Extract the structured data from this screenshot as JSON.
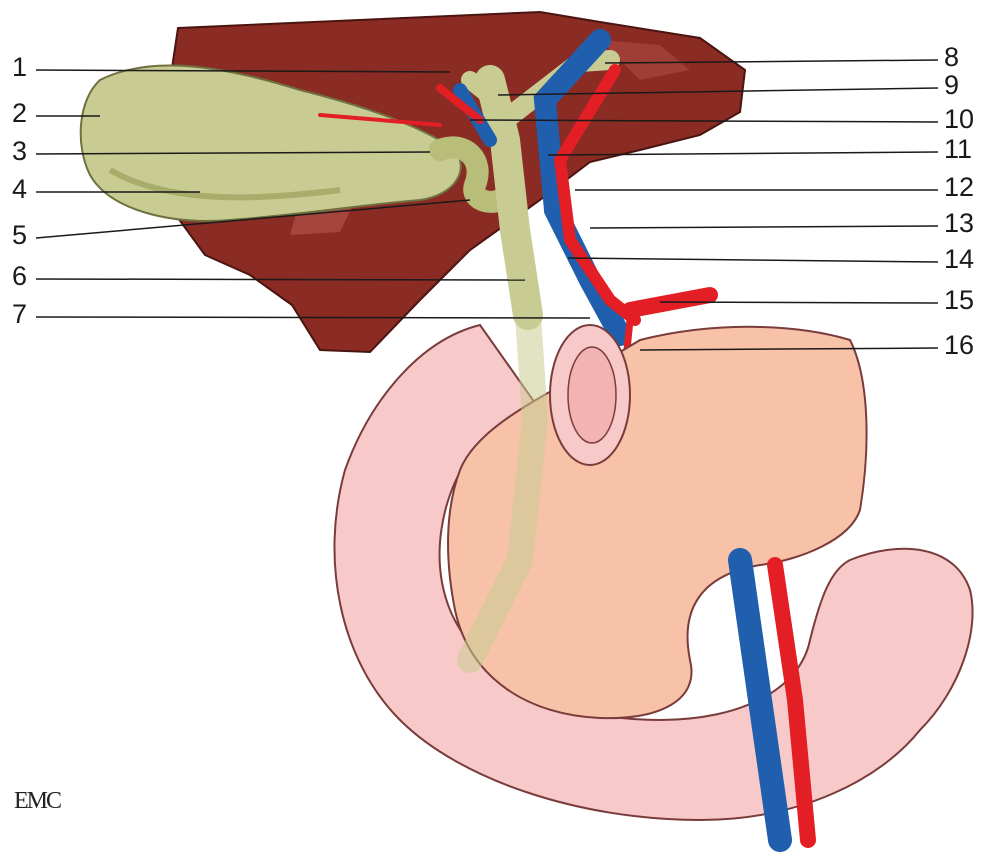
{
  "diagram": {
    "left_labels": [
      "1",
      "2",
      "3",
      "4",
      "5",
      "6",
      "7"
    ],
    "right_labels": [
      "8",
      "9",
      "10",
      "11",
      "12",
      "13",
      "14",
      "15",
      "16"
    ],
    "credit": "EMC"
  },
  "colors": {
    "liver": "#8a2b24",
    "gallbladder": "#c8cc92",
    "artery": "#e31e24",
    "vein": "#1f5fae",
    "pancreas": "#f7c2a8",
    "duodenum": "#f7c9c9"
  }
}
